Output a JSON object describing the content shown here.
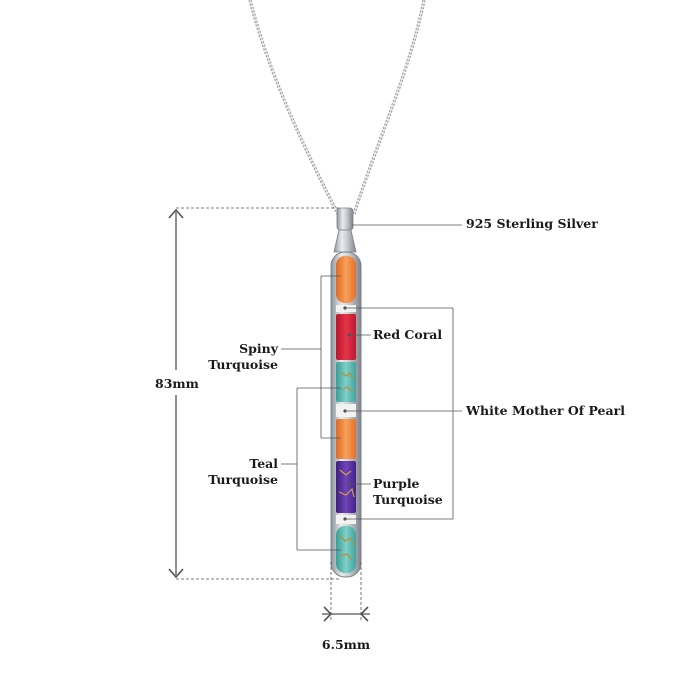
{
  "labels": {
    "material": "925 Sterling Silver",
    "red_coral": "Red Coral",
    "spiny_line1": "Spiny",
    "spiny_line2": "Turquoise",
    "height": "83mm",
    "white_mop": "White Mother Of Pearl",
    "teal_line1": "Teal",
    "teal_line2": "Turquoise",
    "purple_line1": "Purple",
    "purple_line2": "Turquoise",
    "width": "6.5mm"
  },
  "colors": {
    "silver": "#c9cdd2",
    "silver_dark": "#8e949b",
    "spiny_orange": "#f08a3c",
    "red_coral": "#d6253a",
    "teal_turquoise": "#4fb8b0",
    "mother_of_pearl": "#f2f2f0",
    "purple_turquoise": "#5a2fa0",
    "guide_line": "#555555",
    "text": "#1a1a1a"
  }
}
